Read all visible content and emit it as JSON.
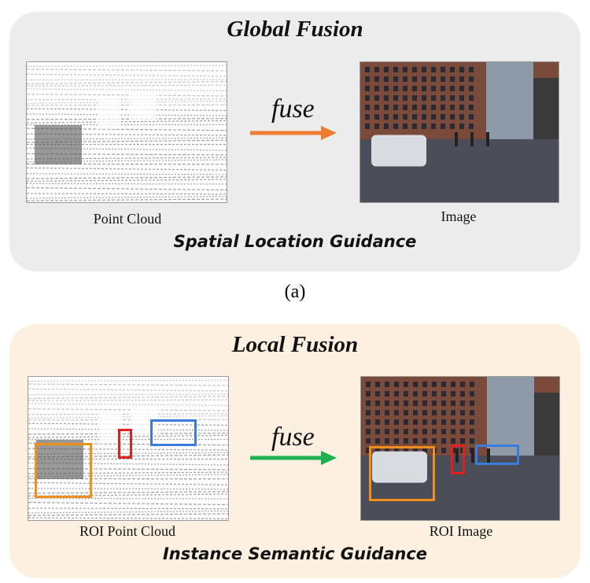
{
  "global": {
    "title": "Global Fusion",
    "fuse": "fuse",
    "left_caption": "Point Cloud",
    "right_caption": "Image",
    "guidance": "Spatial Location Guidance",
    "arrow_color": "#ee7d31"
  },
  "panel_label": "(a)",
  "local": {
    "title": "Local Fusion",
    "fuse": "fuse",
    "left_caption": "ROI Point Cloud",
    "right_caption": "ROI Image",
    "guidance": "Instance Semantic Guidance",
    "arrow_color": "#1db04f"
  },
  "colors": {
    "global_bg": "#ececec",
    "local_bg": "#fdf0e0",
    "box_orange": "#f0901c",
    "box_red": "#e02020",
    "box_blue": "#3a7be0"
  }
}
